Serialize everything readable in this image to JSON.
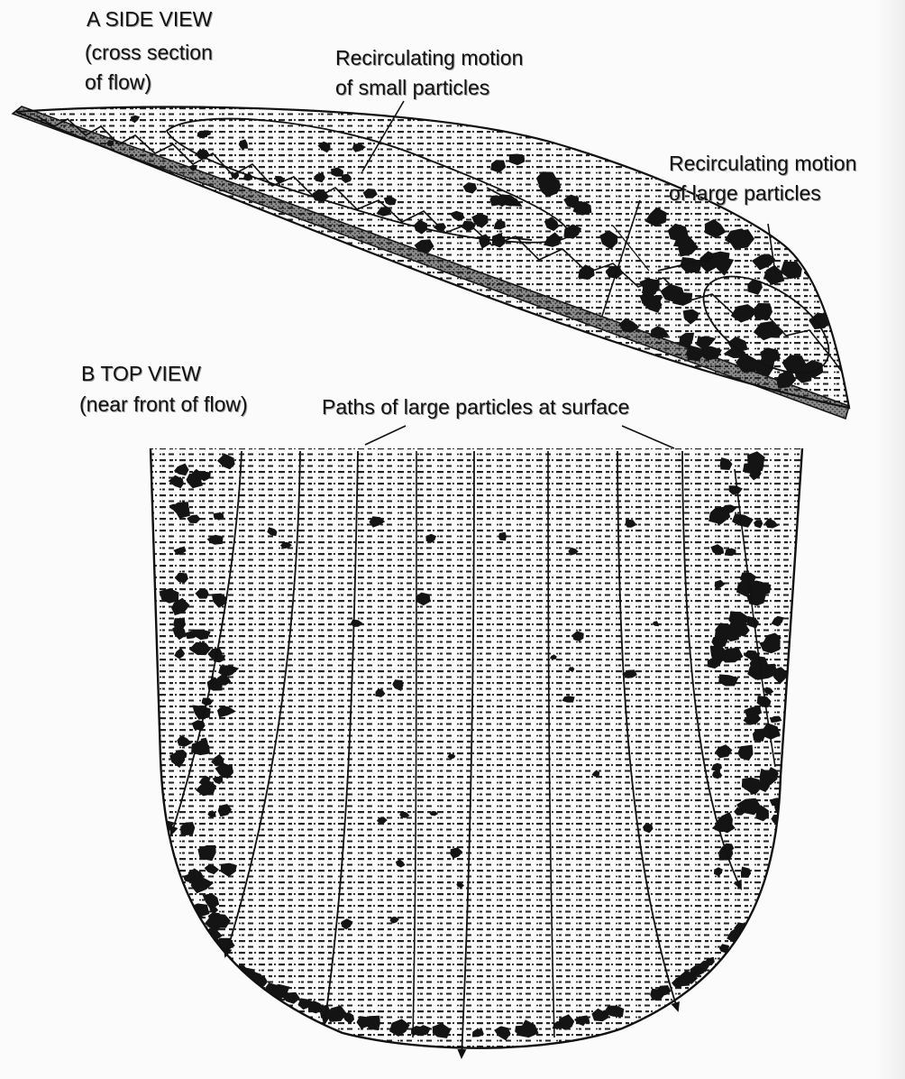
{
  "side_view": {
    "title": "A  SIDE VIEW",
    "subtitle_line1": "(cross section",
    "subtitle_line2": "of flow)",
    "small_particles_label_line1": "Recirculating motion",
    "small_particles_label_line2": "of small particles",
    "large_particles_label_line1": "Recirculating motion",
    "large_particles_label_line2": "of large particles"
  },
  "top_view": {
    "title": "B  TOP VIEW",
    "subtitle": "(near front of flow)",
    "paths_label": "Paths of large particles at surface"
  },
  "colors": {
    "ink": "#111111",
    "paper": "#fbfbfb",
    "base_stipple": "#555555"
  }
}
